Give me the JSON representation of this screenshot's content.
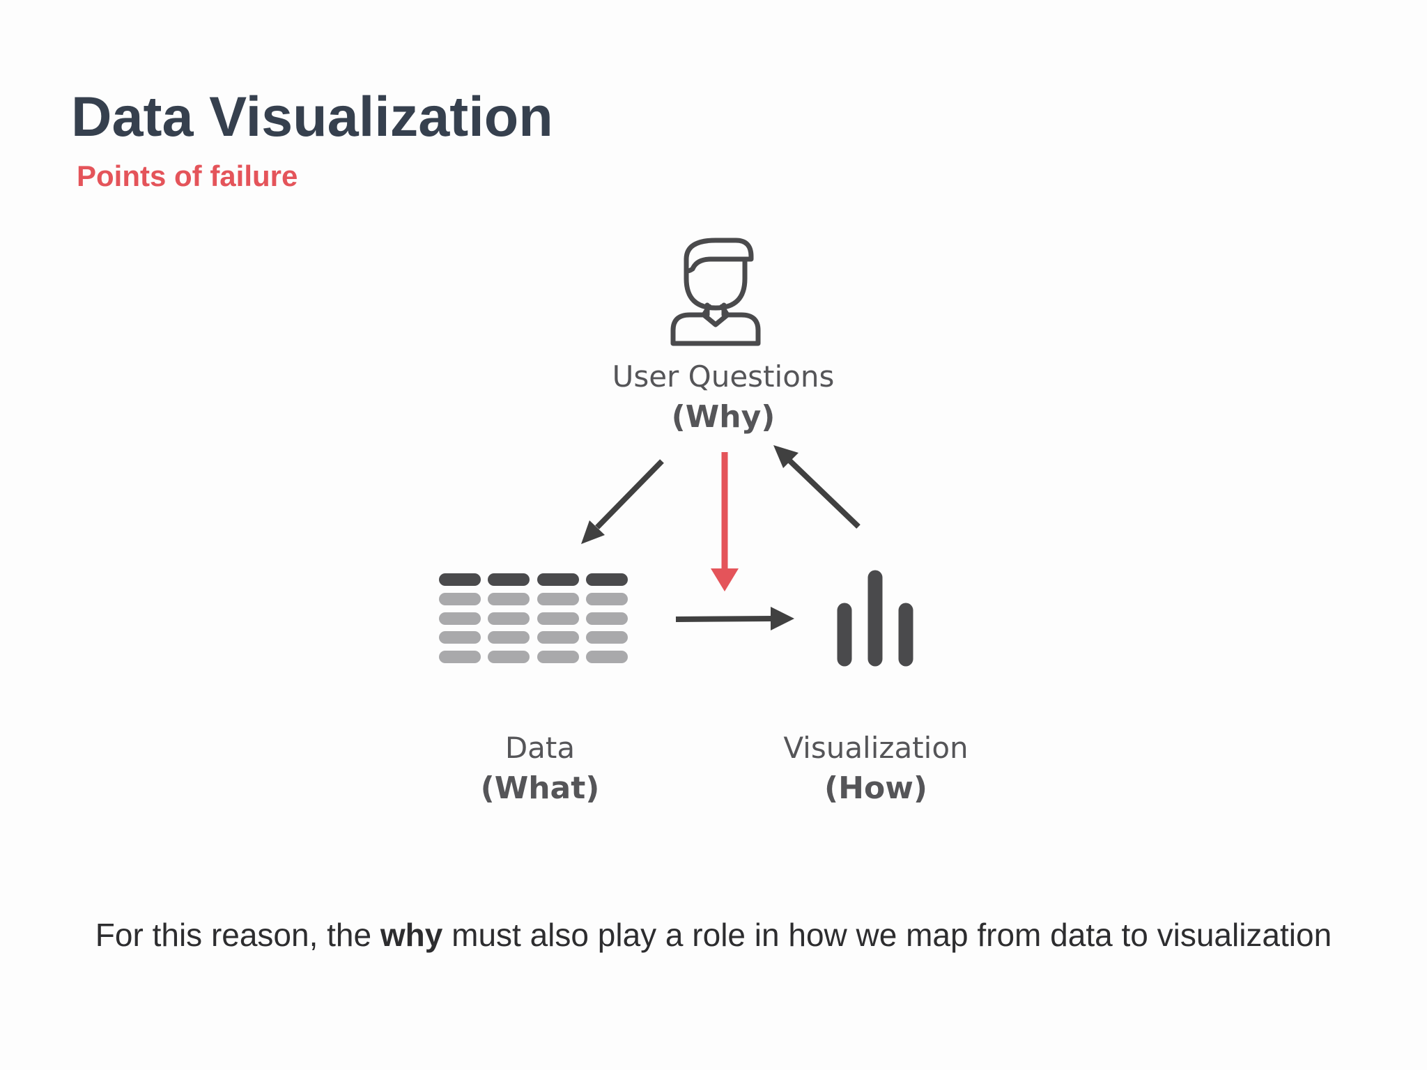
{
  "slide": {
    "title": "Data Visualization",
    "subtitle": "Points of failure"
  },
  "nodes": {
    "user": {
      "label": "User Questions",
      "sublabel": "(Why)",
      "icon": "user-icon"
    },
    "data": {
      "label": "Data",
      "sublabel": "(What)",
      "icon": "data-table-icon"
    },
    "visualization": {
      "label": "Visualization",
      "sublabel": "(How)",
      "icon": "bar-chart-icon"
    }
  },
  "caption": {
    "before": "For this reason, the ",
    "emphasis": "why",
    "after": " must also play a role in how we map from data to visualization"
  },
  "colors": {
    "title": "#36404e",
    "accent": "#e4545a",
    "arrow": "#404040",
    "icon_dark": "#4a4a4c",
    "icon_light": "#a9a9ab"
  }
}
